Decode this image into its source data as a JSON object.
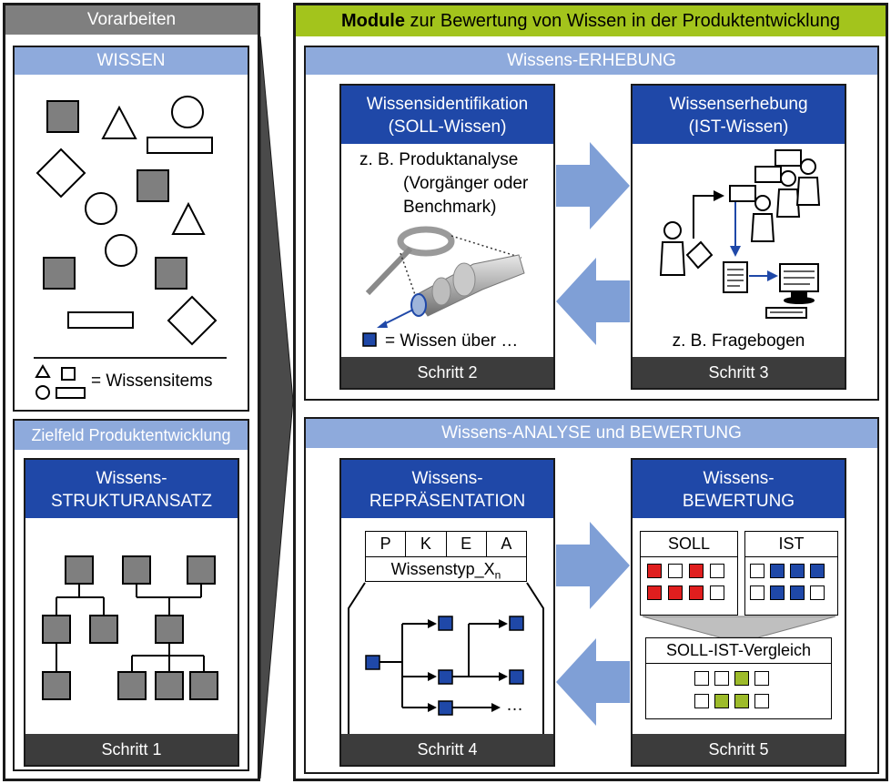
{
  "left_panel": {
    "header": "Vorarbeiten",
    "wissen_title": "WISSEN",
    "legend_label": "= Wissensitems",
    "zielfeld_title": "Zielfeld Produktentwicklung",
    "struktur_title_line1": "Wissens-",
    "struktur_title_line2": "STRUKTURANSATZ",
    "step": "Schritt 1"
  },
  "right_panel": {
    "header_bold": "Module",
    "header_rest": " zur Bewertung von Wissen in der Produktentwicklung",
    "erhebung_title": "Wissens-ERHEBUNG",
    "analyse_title": "Wissens-ANALYSE und BEWERTUNG"
  },
  "card2": {
    "title_line1": "Wissensidentifikation",
    "title_line2": "(SOLL-Wissen)",
    "text_line1": "z. B. Produktanalyse",
    "text_line2": "(Vorgänger oder",
    "text_line3": "Benchmark)",
    "legend": "= Wissen über …",
    "step": "Schritt 2"
  },
  "card3": {
    "title_line1": "Wissenserhebung",
    "title_line2": "(IST-Wissen)",
    "caption": "z. B. Fragebogen",
    "step": "Schritt 3"
  },
  "card4": {
    "title_line1": "Wissens-",
    "title_line2": "REPRÄSENTATION",
    "cells": [
      "P",
      "K",
      "E",
      "A"
    ],
    "type_label": "Wissenstyp_X",
    "type_sub": "n",
    "ellipsis": "…",
    "step": "Schritt 4"
  },
  "card5": {
    "title_line1": "Wissens-",
    "title_line2": "BEWERTUNG",
    "soll_label": "SOLL",
    "ist_label": "IST",
    "vergleich_label": "SOLL-IST-Vergleich",
    "step": "Schritt 5",
    "soll_grid": [
      "red",
      "white",
      "red",
      "white",
      "red",
      "red",
      "red",
      "white"
    ],
    "ist_grid": [
      "white",
      "blue",
      "blue",
      "blue",
      "white",
      "blue",
      "blue",
      "white"
    ],
    "vergleich_grid": [
      "white",
      "white",
      "green",
      "white",
      "white",
      "green",
      "green",
      "white"
    ]
  },
  "colors": {
    "header_gray": "#7f7f7f",
    "header_green": "#a3c41c",
    "light_blue": "#8eaadc",
    "dark_blue": "#1f48a8",
    "footer_gray": "#3c3c3c",
    "arrow_blue": "#7f9fd6",
    "red": "#e01e1e",
    "blue": "#1f48a8",
    "green": "#9dbb2a"
  }
}
